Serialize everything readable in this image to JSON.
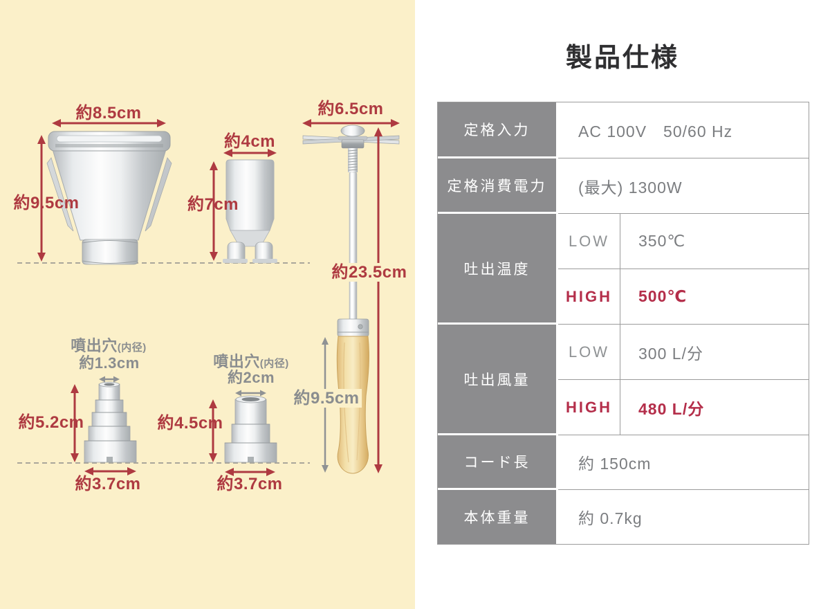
{
  "title": "製品仕様",
  "colors": {
    "left_panel_bg": "#FBF0C9",
    "dimension_red": "#AE3A41",
    "dimension_gray": "#8A8D8F",
    "table_header_bg": "#8C8C8E",
    "table_text_gray": "#7B7D80",
    "high_value_red": "#B42E4A",
    "title_color": "#2F2F31"
  },
  "diagrams": {
    "wide_nozzle": {
      "icon": "fishtail-nozzle-illustration",
      "width": "約8.5cm",
      "height": "約9.5cm"
    },
    "flat_nozzle": {
      "icon": "flat-nozzle-illustration",
      "width": "約4cm",
      "height": "約7cm"
    },
    "scraper": {
      "icon": "scraper-tool-illustration",
      "width": "約6.5cm",
      "length": "約23.5cm",
      "handle_length": "約9.5cm"
    },
    "step_nozzle_small": {
      "icon": "small-step-nozzle-illustration",
      "hole_title": "噴出穴",
      "hole_unit": "(内径)",
      "hole": "約1.3cm",
      "height": "約5.2cm",
      "width": "約3.7cm"
    },
    "step_nozzle_large": {
      "icon": "large-step-nozzle-illustration",
      "hole_title": "噴出穴",
      "hole_unit": "(内径)",
      "hole": "約2cm",
      "height": "約4.5cm",
      "width": "約3.7cm"
    }
  },
  "spec_table": {
    "rows": [
      {
        "label": "定格入力",
        "value": "AC 100V　50/60 Hz"
      },
      {
        "label": "定格消費電力",
        "value": "(最大) 1300W"
      },
      {
        "label": "吐出温度",
        "low_label": "LOW",
        "low_value": "350℃",
        "high_label": "HIGH",
        "high_value": "500℃"
      },
      {
        "label": "吐出風量",
        "low_label": "LOW",
        "low_value": "300 L/分",
        "high_label": "HIGH",
        "high_value": "480 L/分"
      },
      {
        "label": "コード長",
        "value": "約 150cm"
      },
      {
        "label": "本体重量",
        "value": "約 0.7kg"
      }
    ]
  }
}
